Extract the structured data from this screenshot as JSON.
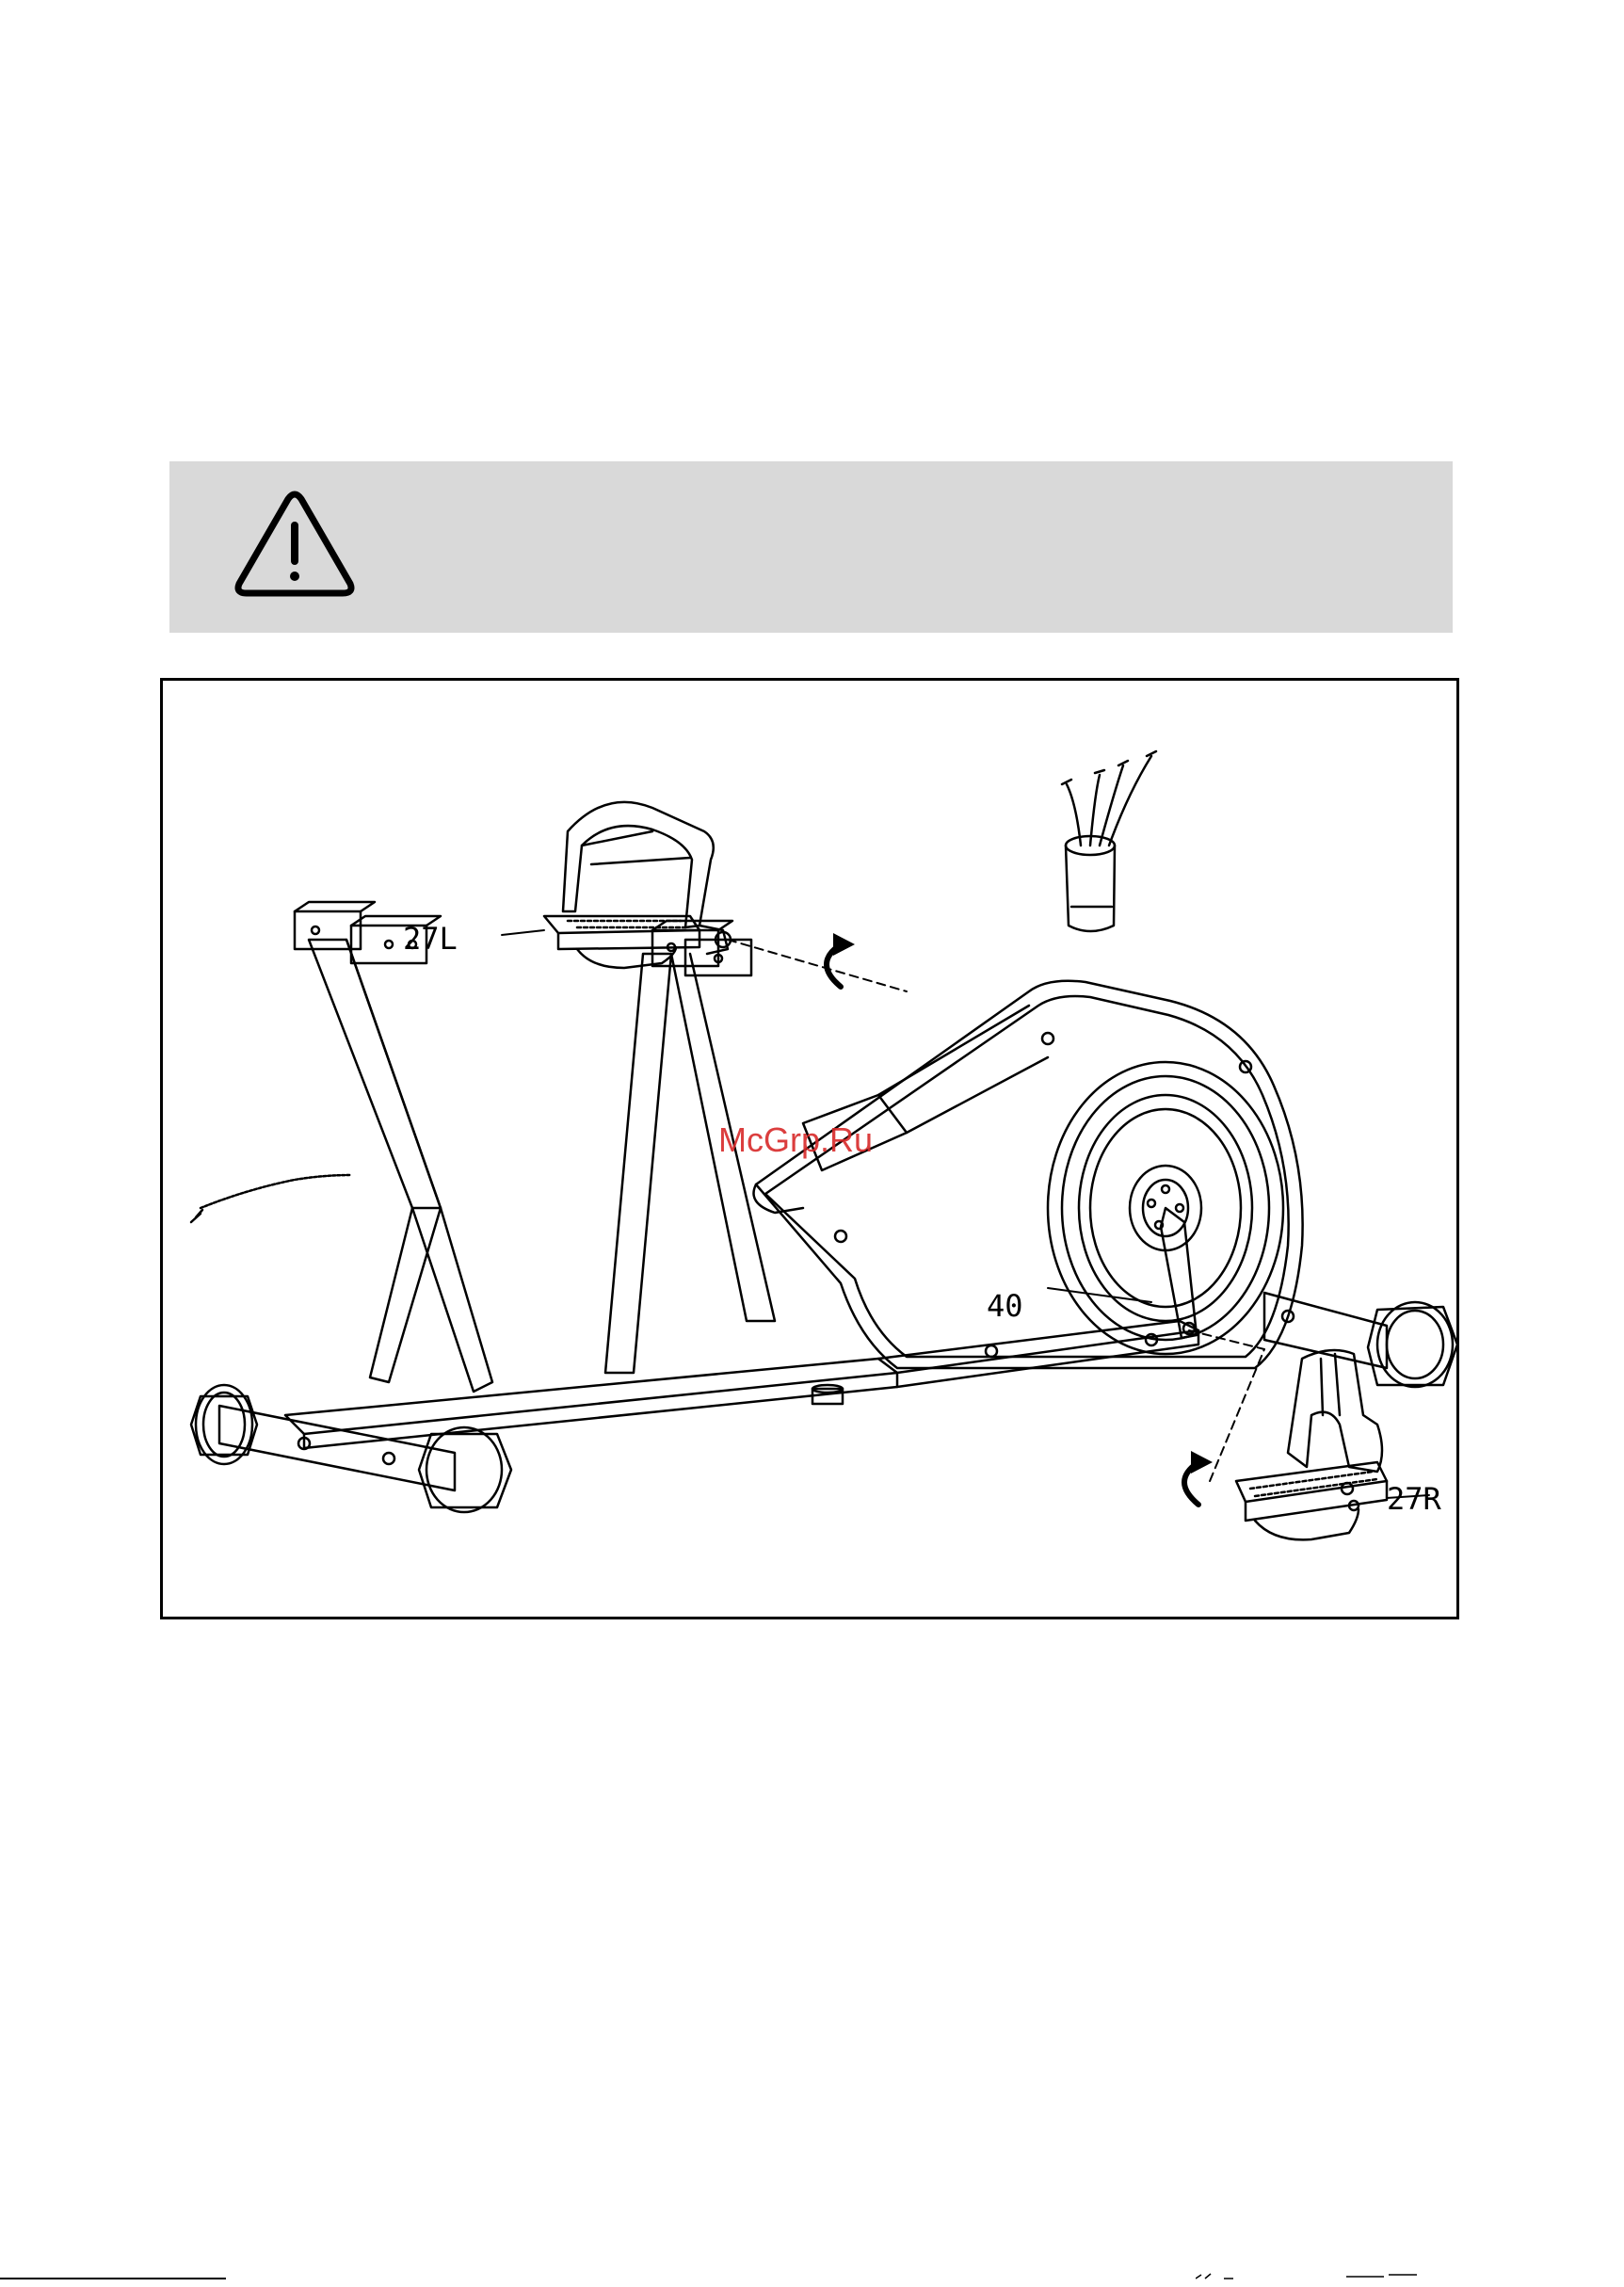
{
  "figure": {
    "callouts": {
      "left_pedal": "27L",
      "right_pedal": "27R",
      "crank": "40"
    },
    "watermark": "McGrp.Ru"
  },
  "icons": {
    "warning": "warning-triangle-icon",
    "rotate": "rotate-counterclockwise-arrow-icon"
  },
  "colors": {
    "banner": "#d9d9d9",
    "watermark": "#d82a2a",
    "line": "#000000"
  }
}
